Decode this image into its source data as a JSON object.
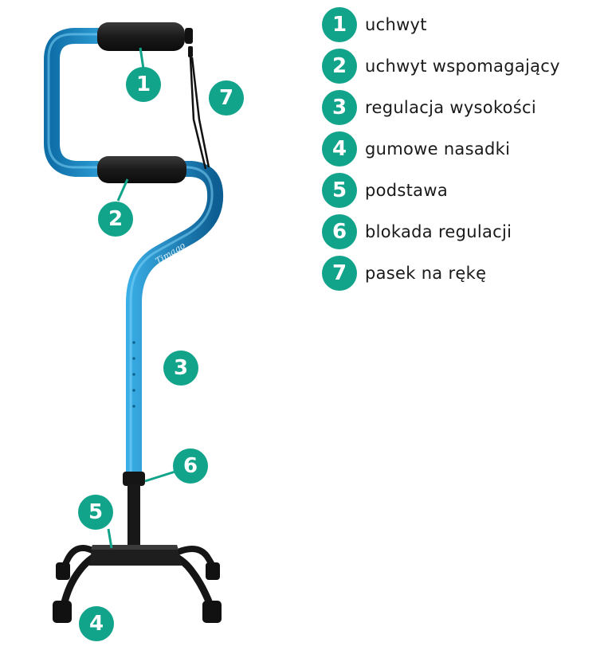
{
  "colors": {
    "accent": "#12a38b",
    "cane_blue": "#1a8fcf",
    "foam_black": "#1c1c1c",
    "metal_black": "#141414"
  },
  "brand_text": "Timago",
  "callouts": [
    {
      "num": "1"
    },
    {
      "num": "2"
    },
    {
      "num": "3"
    },
    {
      "num": "4"
    },
    {
      "num": "5"
    },
    {
      "num": "6"
    },
    {
      "num": "7"
    }
  ],
  "legend": [
    {
      "num": "1",
      "label": "uchwyt"
    },
    {
      "num": "2",
      "label": "uchwyt wspomagający"
    },
    {
      "num": "3",
      "label": "regulacja wysokości"
    },
    {
      "num": "4",
      "label": "gumowe nasadki"
    },
    {
      "num": "5",
      "label": "podstawa"
    },
    {
      "num": "6",
      "label": "blokada regulacji"
    },
    {
      "num": "7",
      "label": "pasek na rękę"
    }
  ]
}
